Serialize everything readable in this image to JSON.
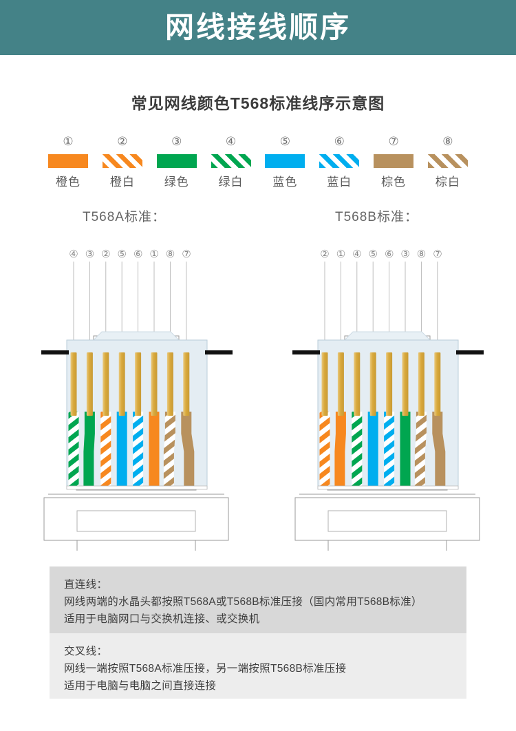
{
  "banner": {
    "title": "网线接线顺序",
    "bg_color": "#448287",
    "text_color": "#ffffff"
  },
  "subtitle": "常见网线颜色T568标准线序示意图",
  "legend": {
    "items": [
      {
        "num": "①",
        "label": "橙色",
        "style": "solid",
        "color": "#F7881F",
        "icon": "wire-swatch-orange"
      },
      {
        "num": "②",
        "label": "橙白",
        "style": "striped",
        "color": "#F7881F",
        "icon": "wire-swatch-orange-white"
      },
      {
        "num": "③",
        "label": "绿色",
        "style": "solid",
        "color": "#00A650",
        "icon": "wire-swatch-green"
      },
      {
        "num": "④",
        "label": "绿白",
        "style": "striped",
        "color": "#00A650",
        "icon": "wire-swatch-green-white"
      },
      {
        "num": "⑤",
        "label": "蓝色",
        "style": "solid",
        "color": "#00AEEF",
        "icon": "wire-swatch-blue"
      },
      {
        "num": "⑥",
        "label": "蓝白",
        "style": "striped",
        "color": "#00AEEF",
        "icon": "wire-swatch-blue-white"
      },
      {
        "num": "⑦",
        "label": "棕色",
        "style": "solid",
        "color": "#B8915E",
        "icon": "wire-swatch-brown"
      },
      {
        "num": "⑧",
        "label": "棕白",
        "style": "striped",
        "color": "#B8915E",
        "icon": "wire-swatch-brown-white"
      }
    ]
  },
  "standards": [
    {
      "id": "t568a",
      "title": "T568A标准：",
      "pin_numbers": [
        "④",
        "③",
        "②",
        "⑤",
        "⑥",
        "①",
        "⑧",
        "⑦"
      ],
      "wires": [
        {
          "pin": 1,
          "color": "#00A650",
          "style": "striped",
          "name": "green-white"
        },
        {
          "pin": 2,
          "color": "#00A650",
          "style": "solid",
          "name": "green"
        },
        {
          "pin": 3,
          "color": "#F7881F",
          "style": "striped",
          "name": "orange-white"
        },
        {
          "pin": 4,
          "color": "#00AEEF",
          "style": "solid",
          "name": "blue"
        },
        {
          "pin": 5,
          "color": "#00AEEF",
          "style": "striped",
          "name": "blue-white"
        },
        {
          "pin": 6,
          "color": "#F7881F",
          "style": "solid",
          "name": "orange"
        },
        {
          "pin": 7,
          "color": "#B8915E",
          "style": "striped",
          "name": "brown-white"
        },
        {
          "pin": 8,
          "color": "#B8915E",
          "style": "solid",
          "name": "brown"
        }
      ]
    },
    {
      "id": "t568b",
      "title": "T568B标准：",
      "pin_numbers": [
        "②",
        "①",
        "④",
        "⑤",
        "⑥",
        "③",
        "⑧",
        "⑦"
      ],
      "wires": [
        {
          "pin": 1,
          "color": "#F7881F",
          "style": "striped",
          "name": "orange-white"
        },
        {
          "pin": 2,
          "color": "#F7881F",
          "style": "solid",
          "name": "orange"
        },
        {
          "pin": 3,
          "color": "#00A650",
          "style": "striped",
          "name": "green-white"
        },
        {
          "pin": 4,
          "color": "#00AEEF",
          "style": "solid",
          "name": "blue"
        },
        {
          "pin": 5,
          "color": "#00AEEF",
          "style": "striped",
          "name": "blue-white"
        },
        {
          "pin": 6,
          "color": "#00A650",
          "style": "solid",
          "name": "green"
        },
        {
          "pin": 7,
          "color": "#B8915E",
          "style": "striped",
          "name": "brown-white"
        },
        {
          "pin": 8,
          "color": "#B8915E",
          "style": "solid",
          "name": "brown"
        }
      ]
    }
  ],
  "info_blocks": [
    {
      "heading": "直连线：",
      "lines": [
        "网线两端的水晶头都按照T568A或T568B标准压接（国内常用T568B标准）",
        "适用于电脑网口与交换机连接、或交换机"
      ],
      "bg_color": "#d8d8d8"
    },
    {
      "heading": "交叉线：",
      "lines": [
        "网线一端按照T568A标准压接，另一端按照T568B标准压接",
        "适用于电脑与电脑之间直接连接"
      ],
      "bg_color": "#ededed"
    }
  ],
  "palette": {
    "pin_gold": "#D9A93C",
    "pin_gold_light": "#E8C36B",
    "housing": "#e4edf3",
    "housing_edge": "#b9ccd8",
    "outline": "#9a9a9a",
    "black_tab": "#111111"
  }
}
